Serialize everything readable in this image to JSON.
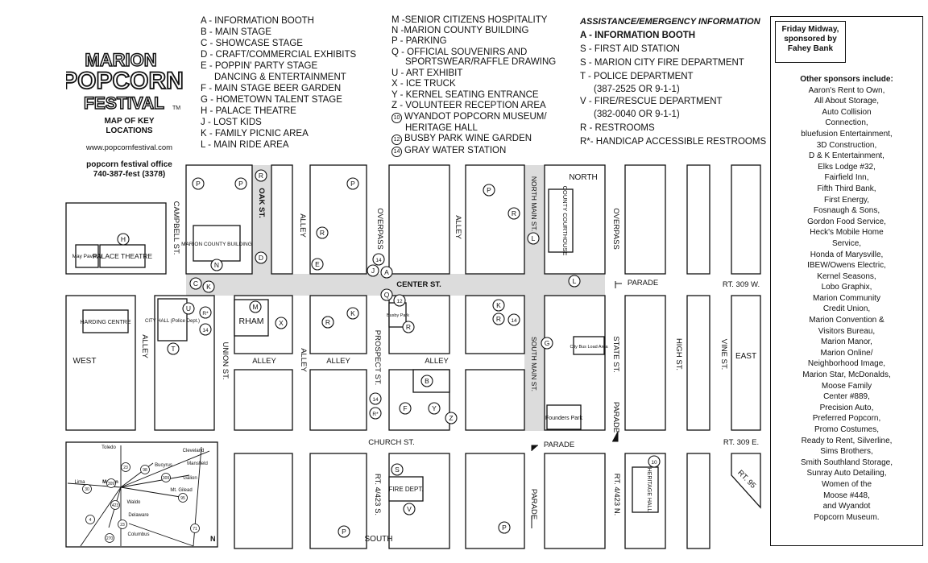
{
  "colors": {
    "street_fill": "#dcdcdc",
    "ink": "#111111",
    "paper": "#ffffff"
  },
  "logo": {
    "line1": "MARION",
    "line2": "POPCORN",
    "line3": "FESTIVAL",
    "tm": "TM"
  },
  "header": {
    "title_line1": "MAP OF KEY",
    "title_line2": "LOCATIONS",
    "website": "www.popcornfestival.com",
    "office_line1": "popcorn festival office",
    "office_line2": "740-387-fest (3378)"
  },
  "legend_col1": [
    "A - INFORMATION BOOTH",
    "B - MAIN STAGE",
    "C - SHOWCASE STAGE",
    "D - CRAFT/COMMERCIAL EXHIBITS",
    "E - POPPIN' PARTY STAGE",
    "DANCING & ENTERTAINMENT",
    "F - MAIN STAGE BEER GARDEN",
    "G - HOMETOWN TALENT STAGE",
    "H - PALACE THEATRE",
    "J - LOST KIDS",
    "K - FAMILY PICNIC AREA",
    "L - MAIN RIDE AREA"
  ],
  "legend_col2": [
    "M -SENIOR CITIZENS HOSPITALITY",
    "N -MARION COUNTY BUILDING",
    "P - PARKING",
    "Q - OFFICIAL SOUVENIRS AND",
    "SPORTSWEAR/RAFFLE DRAWING",
    "U - ART EXHIBIT",
    "X - ICE TRUCK",
    "Y - KERNEL SEATING ENTRANCE",
    "Z - VOLUNTEER RECEPTION AREA",
    "WYANDOT POPCORN MUSEUM/",
    "HERITAGE HALL",
    "BUSBY PARK WINE GARDEN",
    "GRAY WATER STATION"
  ],
  "legend_col2_circles": [
    "10",
    "12",
    "14"
  ],
  "assistance": {
    "title": "ASSISTANCE/EMERGENCY INFORMATION",
    "items": [
      "A - INFORMATION BOOTH",
      "S - FIRST AID STATION",
      "S - MARION CITY FIRE DEPARTMENT",
      "T - POLICE DEPARTMENT",
      "(387-2525 OR 9-1-1)",
      "V - FIRE/RESCUE DEPARTMENT",
      "(382-0040 OR 9-1-1)",
      "R - RESTROOMS",
      "R*- HANDICAP ACCESSIBLE RESTROOMS"
    ]
  },
  "sponsors": {
    "midway_line1": "Friday Midway,",
    "midway_line2": "sponsored by",
    "midway_line3": "Fahey Bank",
    "title": "Other sponsors include:",
    "list": [
      "Aaron's Rent to Own,",
      "All About Storage,",
      "Auto Collision",
      "Connection,",
      "bluefusion Entertainment,",
      "3D Construction,",
      "D & K Entertainment,",
      "Elks Lodge #32,",
      "Fairfield Inn,",
      "Fifth Third Bank,",
      "First Energy,",
      "Fosnaugh & Sons,",
      "Gordon Food Service,",
      "Heck's Mobile Home",
      "Service,",
      "Honda of Marysville,",
      "IBEW/Owens Electric,",
      "Kernel Seasons,",
      "Lobo Graphix,",
      "Marion Community",
      "Credit Union,",
      "Marion Convention &",
      "Visitors Bureau,",
      "Marion Manor,",
      "Marion Online/",
      "Neighborhood Image,",
      "Marion Star, McDonalds,",
      "Moose Family",
      "Center #889,",
      "Precision Auto,",
      "Preferred Popcorn,",
      "Promo Costumes,",
      "Ready to Rent, Silverline,",
      "Sims Brothers,",
      "Smith Southland Storage,",
      "Sunray Auto Detailing,",
      "Women of the",
      "Moose #448,",
      "and Wyandot",
      "Popcorn Museum."
    ]
  },
  "streets": {
    "center": "CENTER ST.",
    "church": "CHURCH ST.",
    "campbell": "CAMPBELL ST.",
    "oak": "OAK ST.",
    "union": "UNION ST.",
    "alley": "ALLEY",
    "overpass": "OVERPASS",
    "prospect": "PROSPECT ST.",
    "north_main": "NORTH MAIN ST.",
    "south_main": "SOUTH MAIN ST.",
    "state": "STATE ST.",
    "high": "HIGH ST.",
    "vine": "VINE ST.",
    "rt4": "RT. 4/423 S.",
    "rt4n": "RT. 4/423 N.",
    "rt309w": "RT. 309 W.",
    "rt309e": "RT. 309 E.",
    "rt95": "RT. 95",
    "parade": "PARADE"
  },
  "directions": {
    "north": "NORTH",
    "south": "SOUTH",
    "west": "WEST",
    "east": "EAST"
  },
  "buildings": {
    "palace": "PALACE THEATRE",
    "may": "May Pavilion",
    "county_building": "MARION COUNTY BUILDING",
    "harding": "HARDING CENTRE",
    "city_hall": "CITY HALL (Police Dept.)",
    "rham": "RHAM",
    "busby": "Busby Park",
    "courthouse": "COUNTY COURTHOUSE",
    "bus": "City Bus Load Area",
    "founders": "Founders Park",
    "fire": "FIRE DEPT.",
    "heritage": "HERITAGE HALL"
  },
  "markers": [
    "P",
    "P",
    "P",
    "P",
    "R",
    "R",
    "R",
    "R",
    "H",
    "D",
    "E",
    "C",
    "K",
    "N",
    "J",
    "A",
    "L",
    "L",
    "Q",
    "12",
    "U",
    "R*",
    "14",
    "M",
    "X",
    "K",
    "R",
    "K",
    "R",
    "14",
    "R",
    "G",
    "T",
    "B",
    "F",
    "Y",
    "Z",
    "14",
    "R*",
    "S",
    "V",
    "10",
    "P",
    "P",
    "14"
  ],
  "inset_map": {
    "places": [
      "Toledo",
      "Cleveland",
      "Bucyrus",
      "Mansfield",
      "Galion",
      "Lima",
      "Marion",
      "Mt. Gilead",
      "Waldo",
      "Delaware",
      "Columbus"
    ],
    "routes": [
      "23",
      "98",
      "309",
      "30",
      "95",
      "309",
      "4",
      "423",
      "23",
      "71",
      "270"
    ],
    "north": "N"
  }
}
